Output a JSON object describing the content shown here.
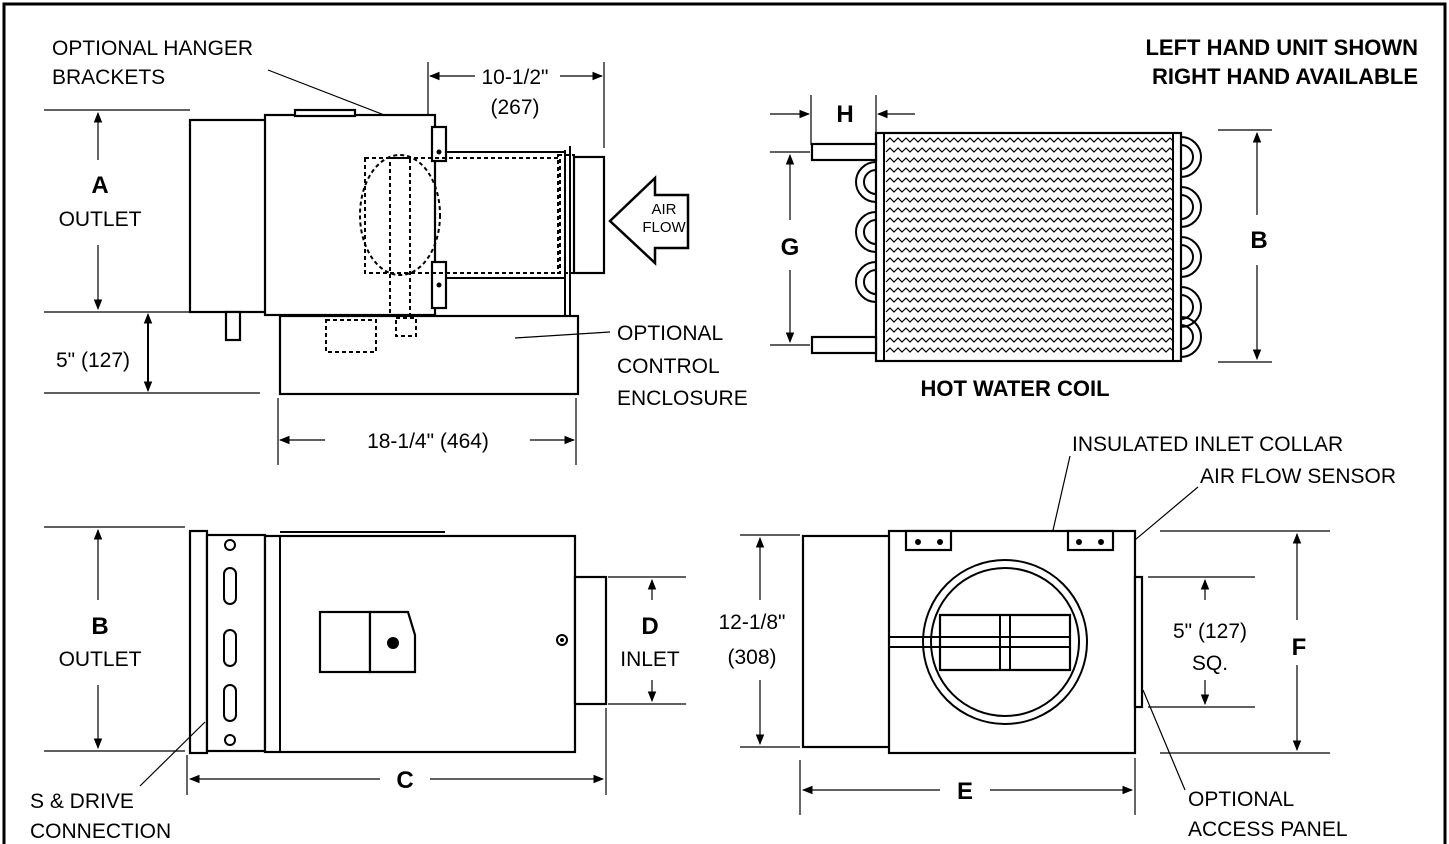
{
  "title": {
    "line1": "LEFT HAND UNIT SHOWN",
    "line2": "RIGHT HAND AVAILABLE"
  },
  "side_view": {
    "hanger_label_1": "OPTIONAL HANGER",
    "hanger_label_2": "BRACKETS",
    "dim_inlet_len": "10-1/2\"",
    "dim_inlet_len_mm": "(267)",
    "dim_a_letter": "A",
    "dim_a_text": "OUTLET",
    "air_flow_1": "AIR",
    "air_flow_2": "FLOW",
    "dim_5": "5\" (127)",
    "control_1": "OPTIONAL",
    "control_2": "CONTROL",
    "control_3": "ENCLOSURE",
    "dim_length": "18-1/4\" (464)"
  },
  "coil_view": {
    "dim_h": "H",
    "dim_g": "G",
    "dim_b": "B",
    "caption": "HOT WATER COIL"
  },
  "top_view": {
    "dim_b_letter": "B",
    "dim_b_text": "OUTLET",
    "dim_d_letter": "D",
    "dim_d_text": "INLET",
    "dim_c": "C",
    "s_drive_1": "S & DRIVE",
    "s_drive_2": "CONNECTION"
  },
  "end_view": {
    "collar_label": "INSULATED INLET COLLAR",
    "sensor_label": "AIR FLOW SENSOR",
    "dim_height": "12-1/8\"",
    "dim_height_mm": "(308)",
    "dim_sq_1": "5\" (127)",
    "dim_sq_2": "SQ.",
    "dim_f": "F",
    "dim_e": "E",
    "panel_1": "OPTIONAL",
    "panel_2": "ACCESS PANEL"
  }
}
